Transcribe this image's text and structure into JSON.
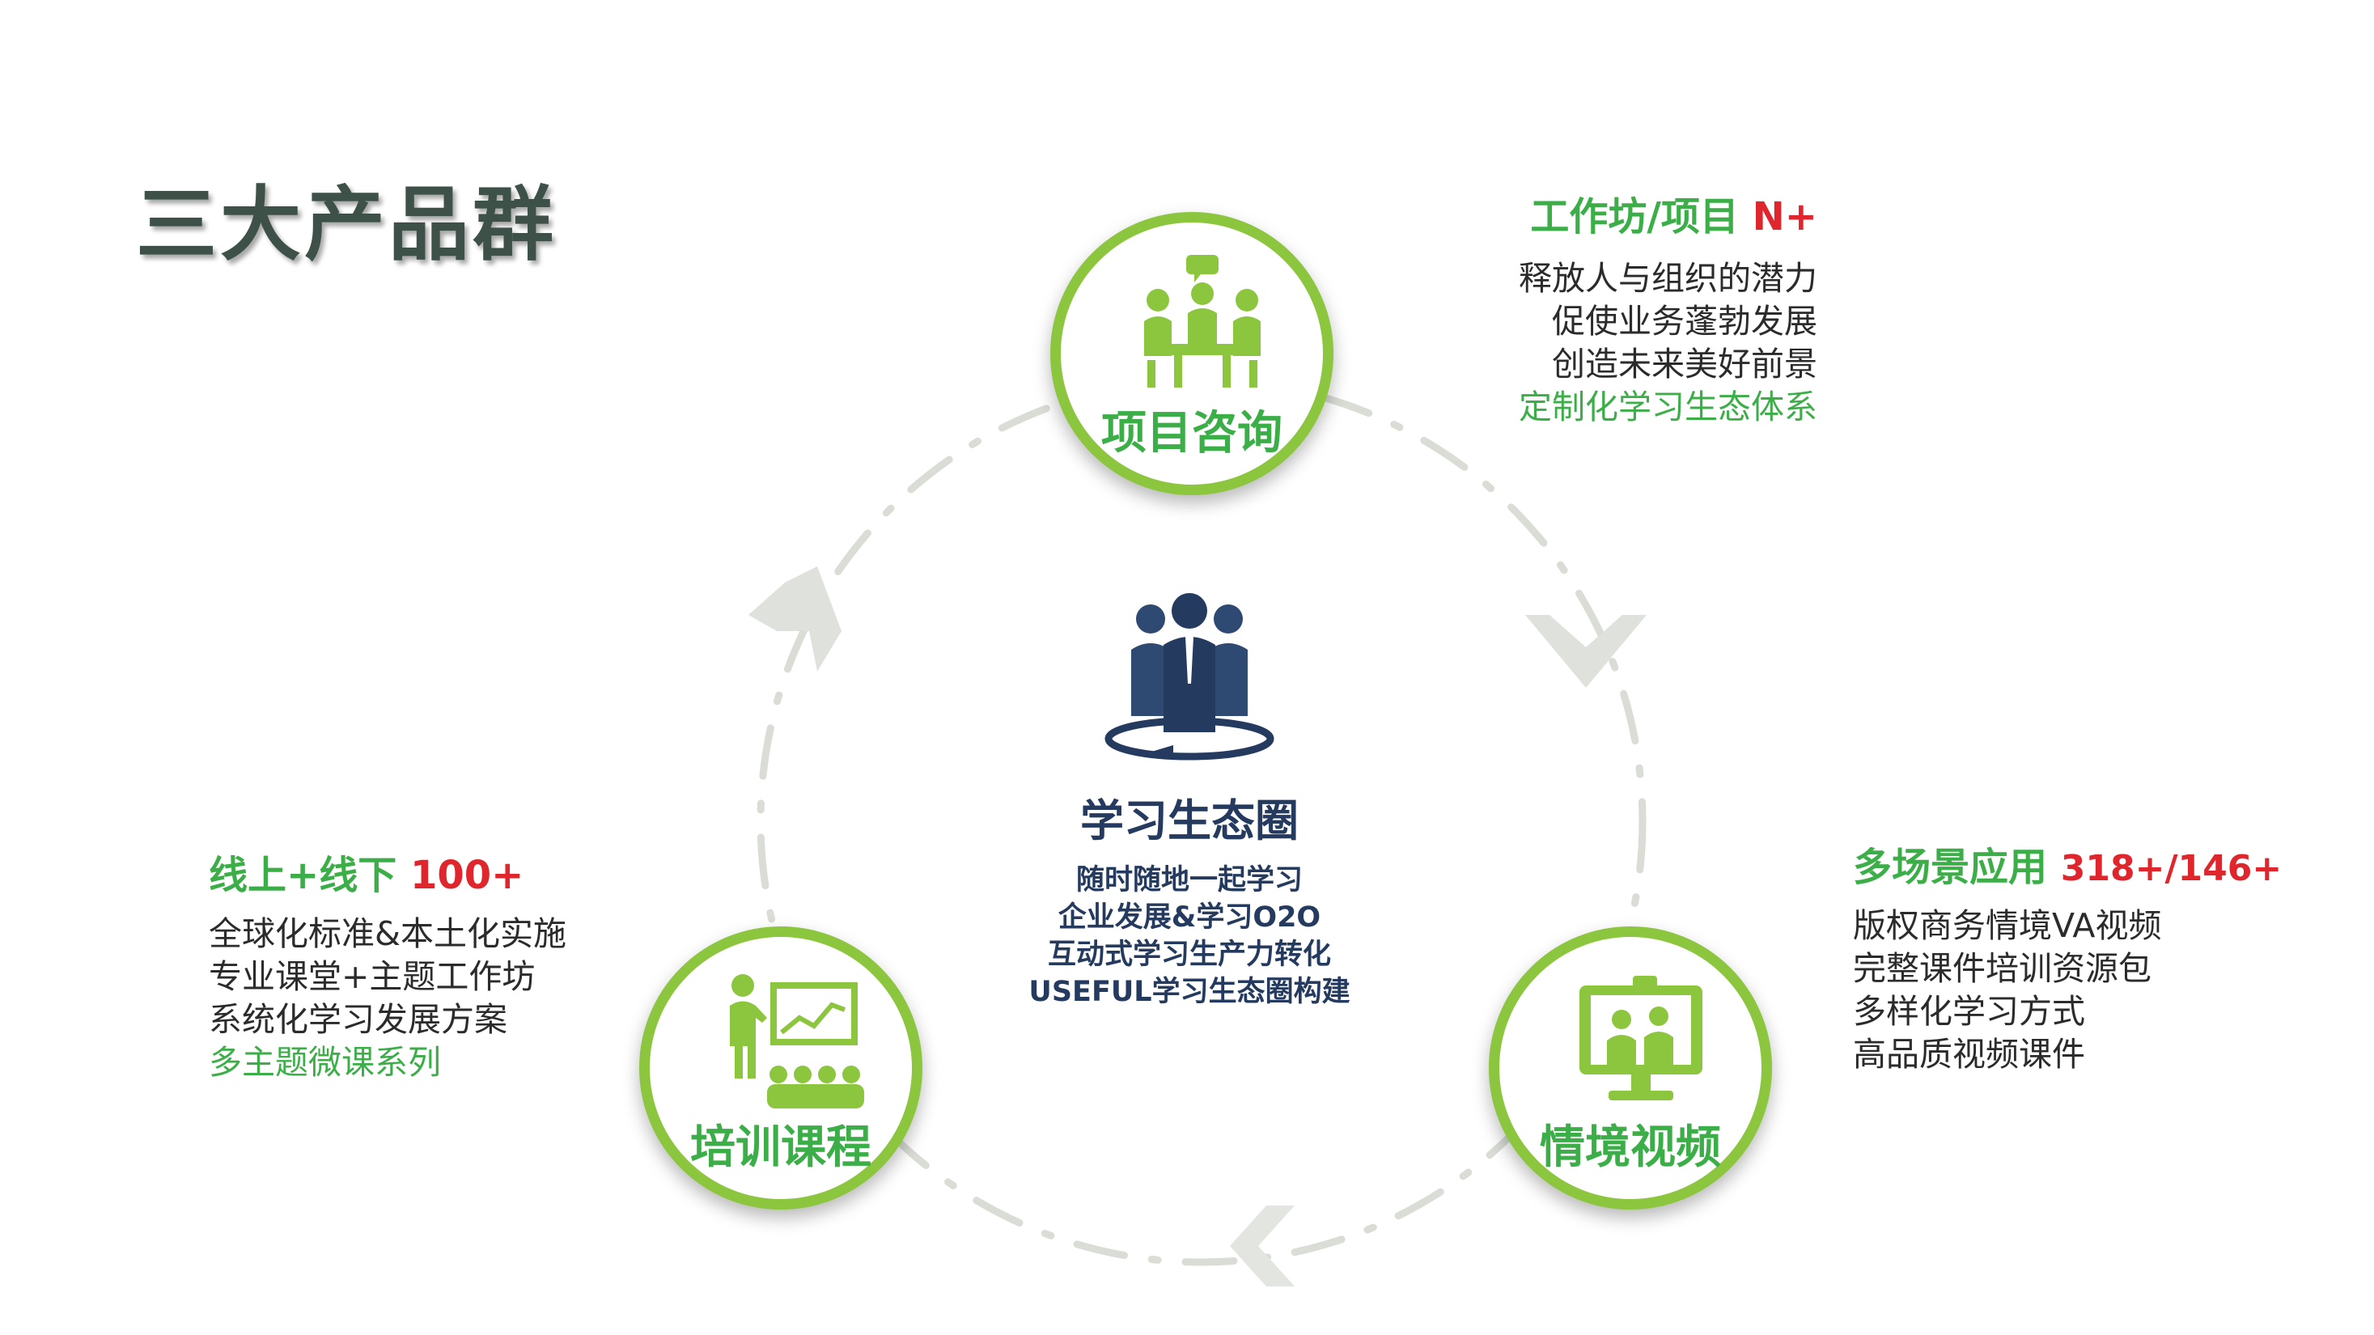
{
  "title": "三大产品群",
  "center": {
    "title": "学习生态圈",
    "lines": [
      "随时随地一起学习",
      "企业发展&学习O2O",
      "互动式学习生产力转化",
      "USEFUL学习生态圈构建"
    ],
    "icon": "team-circle-icon"
  },
  "nodes": {
    "consulting": {
      "label": "项目咨询",
      "icon": "meeting-icon"
    },
    "training": {
      "label": "培训课程",
      "icon": "presentation-icon"
    },
    "video": {
      "label": "情境视频",
      "icon": "video-monitor-icon"
    }
  },
  "consulting_info": {
    "heading": "工作坊/项目",
    "count": "N+",
    "lines": [
      "释放人与组织的潜力",
      "促使业务蓬勃发展",
      "创造未来美好前景"
    ],
    "highlight": "定制化学习生态体系"
  },
  "training_info": {
    "heading": "线上+线下",
    "count": "100+",
    "lines": [
      "全球化标准&本土化实施",
      "专业课堂+主题工作坊",
      "系统化学习发展方案"
    ],
    "highlight": "多主题微课系列"
  },
  "video_info": {
    "heading": "多场景应用",
    "count": "318+/146+",
    "lines": [
      "版权商务情境VA视频",
      "完整课件培训资源包",
      "多样化学习方式",
      "高品质视频课件"
    ]
  },
  "colors": {
    "accent_green": "#8cc63f",
    "text_green": "#3bae48",
    "count_red": "#e0262d",
    "navy": "#243a5e",
    "title_gray": "#3e5148"
  }
}
